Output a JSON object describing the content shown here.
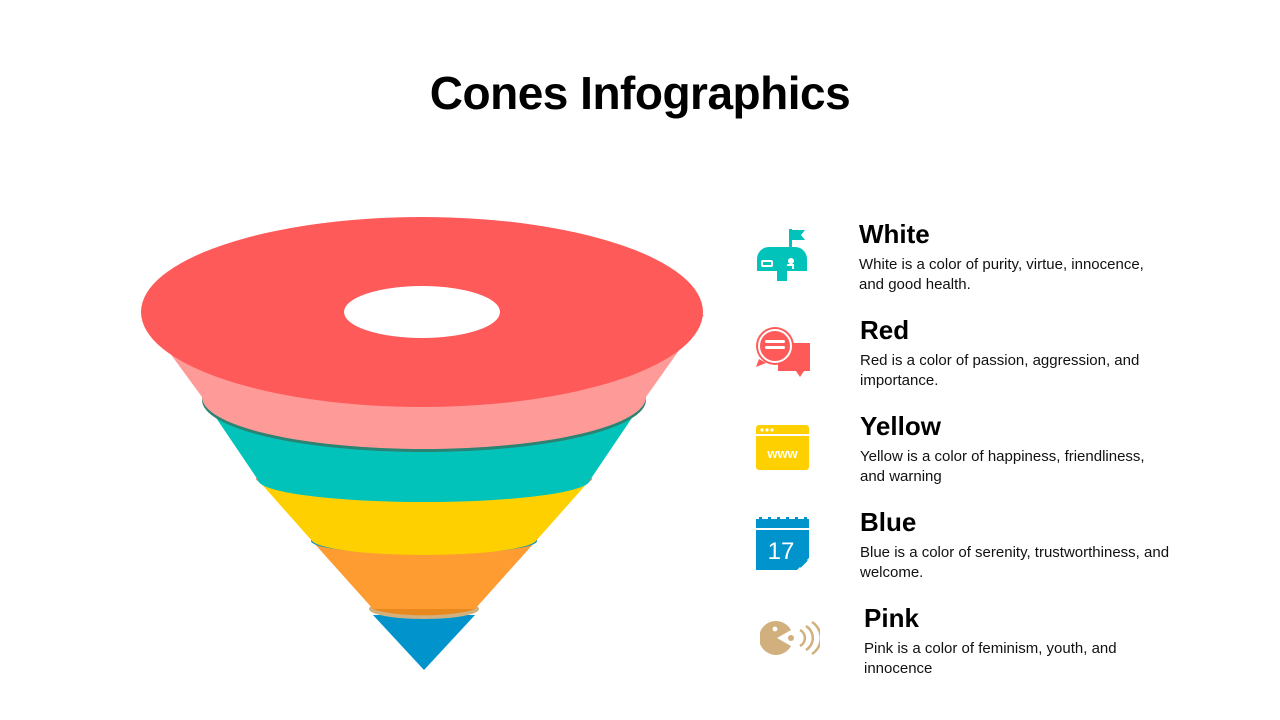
{
  "title": "Cones Infographics",
  "colors": {
    "red": "#FE5A59",
    "pink": "#FE9A98",
    "teal": "#02C3BA",
    "yellow": "#FED000",
    "orange": "#FE9B31",
    "blue": "#0194CC",
    "tan": "#D1B07E"
  },
  "items": [
    {
      "heading": "White",
      "description": "White is a color of purity, virtue, innocence, and good health.",
      "icon": "mailbox-icon",
      "color": "#02C3BA"
    },
    {
      "heading": "Red",
      "description": "Red is a color of passion, aggression, and importance.",
      "icon": "chat-bubbles-icon",
      "color": "#FE5A59"
    },
    {
      "heading": "Yellow",
      "description": "Yellow is a color of happiness, friendliness, and warning",
      "icon": "web-browser-icon",
      "color": "#FED000"
    },
    {
      "heading": "Blue",
      "description": "Blue is a color of serenity, trustworthiness, and welcome.",
      "icon": "calendar-icon",
      "color": "#0194CC"
    },
    {
      "heading": "Pink",
      "description": "Pink is a color of feminism, youth,  and innocence",
      "icon": "pacman-sound-icon",
      "color": "#D1B07E"
    }
  ],
  "calendar_day": "17"
}
